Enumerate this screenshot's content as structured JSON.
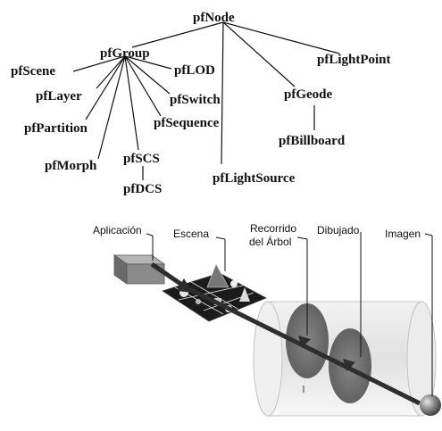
{
  "tree": {
    "nodes": {
      "pfNode": "pfNode",
      "pfGroup": "pfGroup",
      "pfScene": "pfScene",
      "pfLayer": "pfLayer",
      "pfPartition": "pfPartition",
      "pfMorph": "pfMorph",
      "pfSCS": "pfSCS",
      "pfDCS": "pfDCS",
      "pfLOD": "pfLOD",
      "pfSwitch": "pfSwitch",
      "pfSequence": "pfSequence",
      "pfLightSource": "pfLightSource",
      "pfGeode": "pfGeode",
      "pfBillboard": "pfBillboard",
      "pfLightPoint": "pfLightPoint"
    }
  },
  "pipeline": {
    "stages": {
      "app": "Aplicación",
      "scene": "Escena",
      "traversal_line1": "Recorrido",
      "traversal_line2": "del Árbol",
      "draw": "Dibujado",
      "image": "Imagen"
    },
    "colors": {
      "app_box": "#8a8a8a",
      "scene_plate": "#1b1b1b",
      "tube": "#d8d8d8",
      "disc": "#6a6a6a",
      "arrow": "#3a3a3a",
      "sphere": "#7a7a7a"
    }
  }
}
